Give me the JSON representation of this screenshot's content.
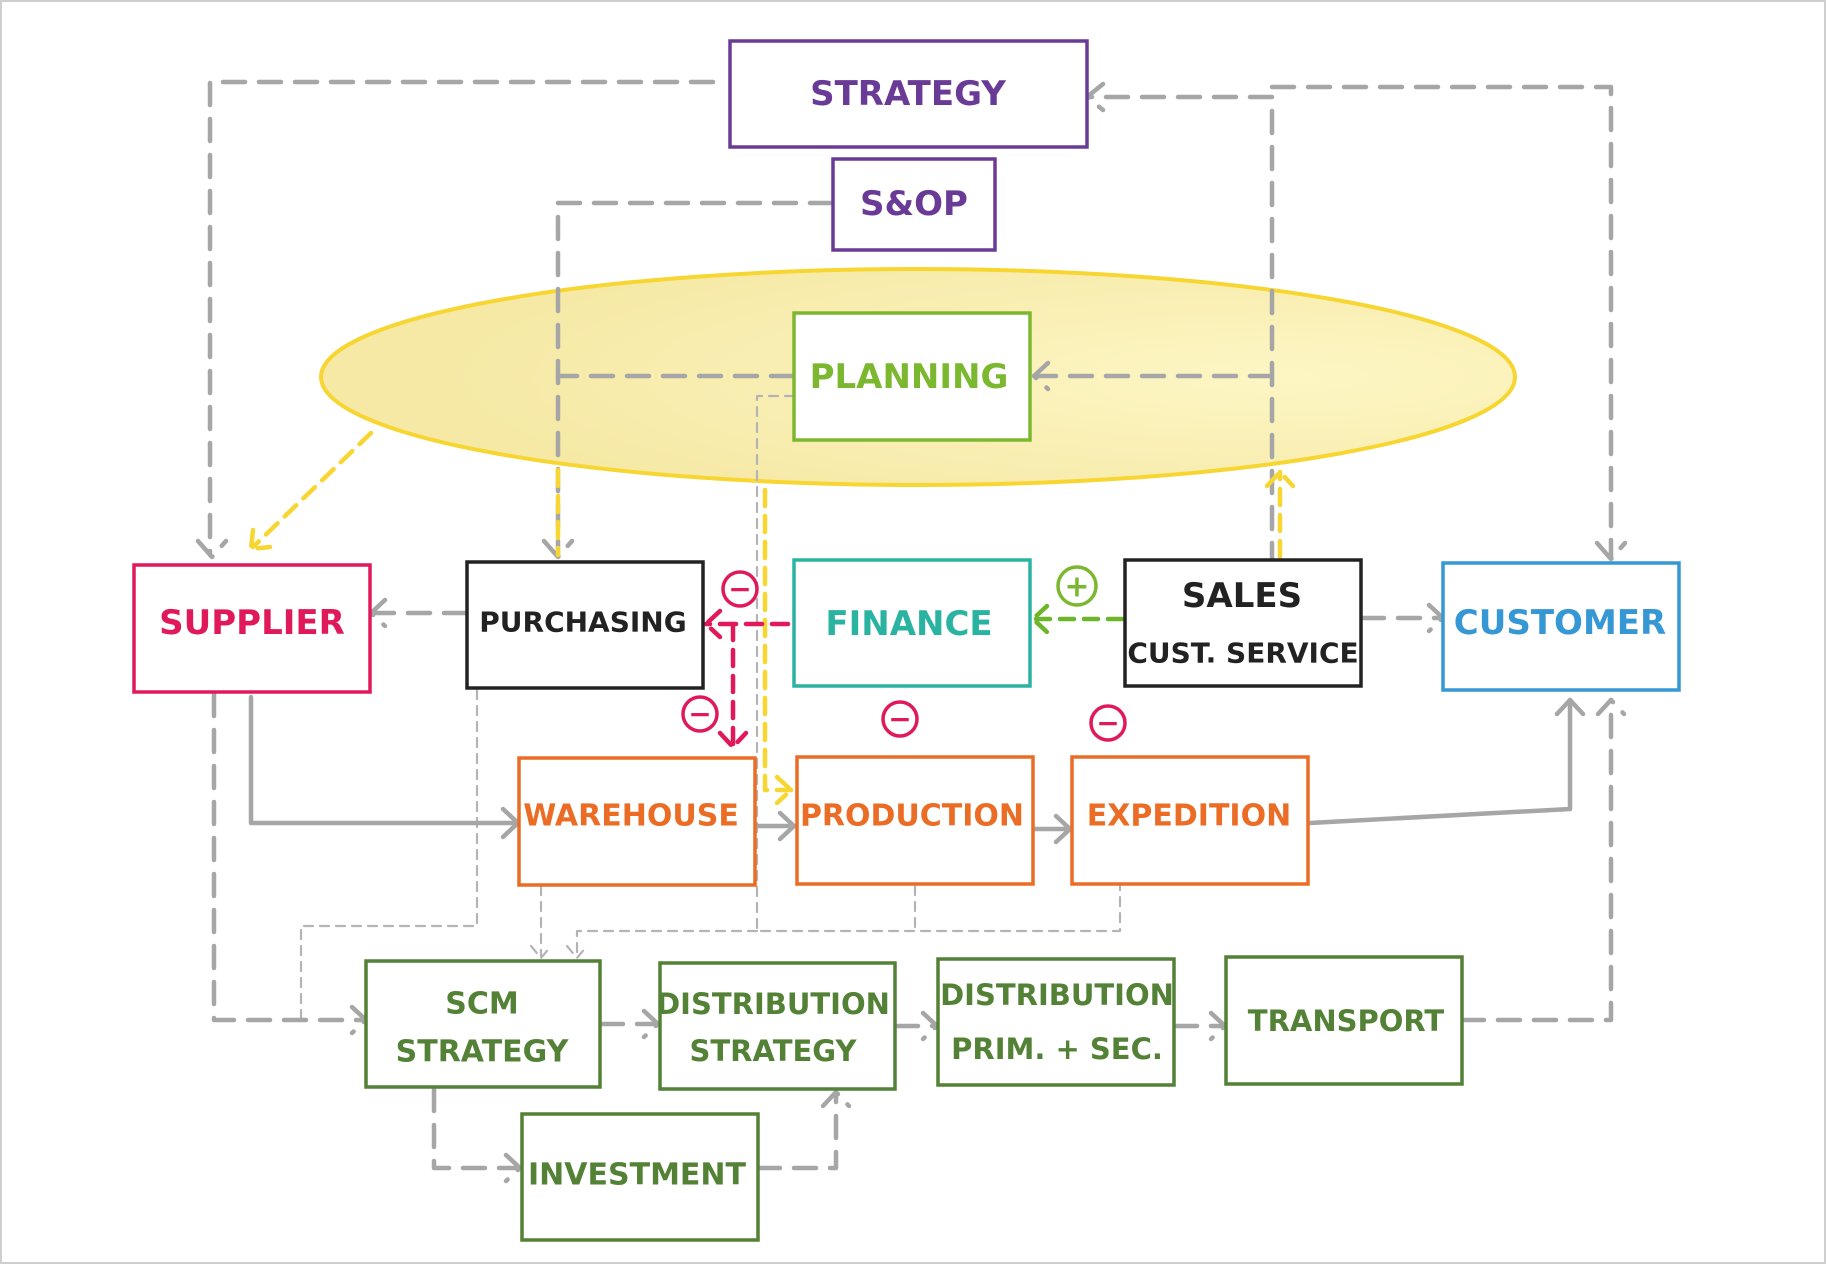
{
  "colors": {
    "purple": "#6a3a97",
    "green_light": "#7cb82f",
    "green_dark": "#538135",
    "red": "#e01a5a",
    "teal": "#2ab3a0",
    "blue": "#3597d3",
    "orange": "#eb6c24",
    "black": "#222222",
    "yellow": "#f7d632",
    "gray": "#a6a6a6"
  },
  "nodes": {
    "strategy": {
      "lines": [
        "STRATEGY"
      ]
    },
    "sop": {
      "lines": [
        "S&OP"
      ]
    },
    "planning": {
      "lines": [
        "PLANNING"
      ]
    },
    "supplier": {
      "lines": [
        "SUPPLIER"
      ]
    },
    "purchasing": {
      "lines": [
        "PURCHASING"
      ]
    },
    "finance": {
      "lines": [
        "FINANCE"
      ]
    },
    "sales": {
      "lines": [
        "SALES",
        "CUST. SERVICE"
      ]
    },
    "customer": {
      "lines": [
        "CUSTOMER"
      ]
    },
    "warehouse": {
      "lines": [
        "WAREHOUSE"
      ]
    },
    "production": {
      "lines": [
        "PRODUCTION"
      ]
    },
    "expedition": {
      "lines": [
        "EXPEDITION"
      ]
    },
    "scm_strategy": {
      "lines": [
        "SCM",
        "STRATEGY"
      ]
    },
    "distribution_strategy": {
      "lines": [
        "DISTRIBUTION",
        "STRATEGY"
      ]
    },
    "distribution_prim_sec": {
      "lines": [
        "DISTRIBUTION",
        "PRIM. + SEC."
      ]
    },
    "transport": {
      "lines": [
        "TRANSPORT"
      ]
    },
    "investment": {
      "lines": [
        "INVESTMENT"
      ]
    }
  },
  "signs": {
    "minus": "−",
    "plus": "+"
  }
}
